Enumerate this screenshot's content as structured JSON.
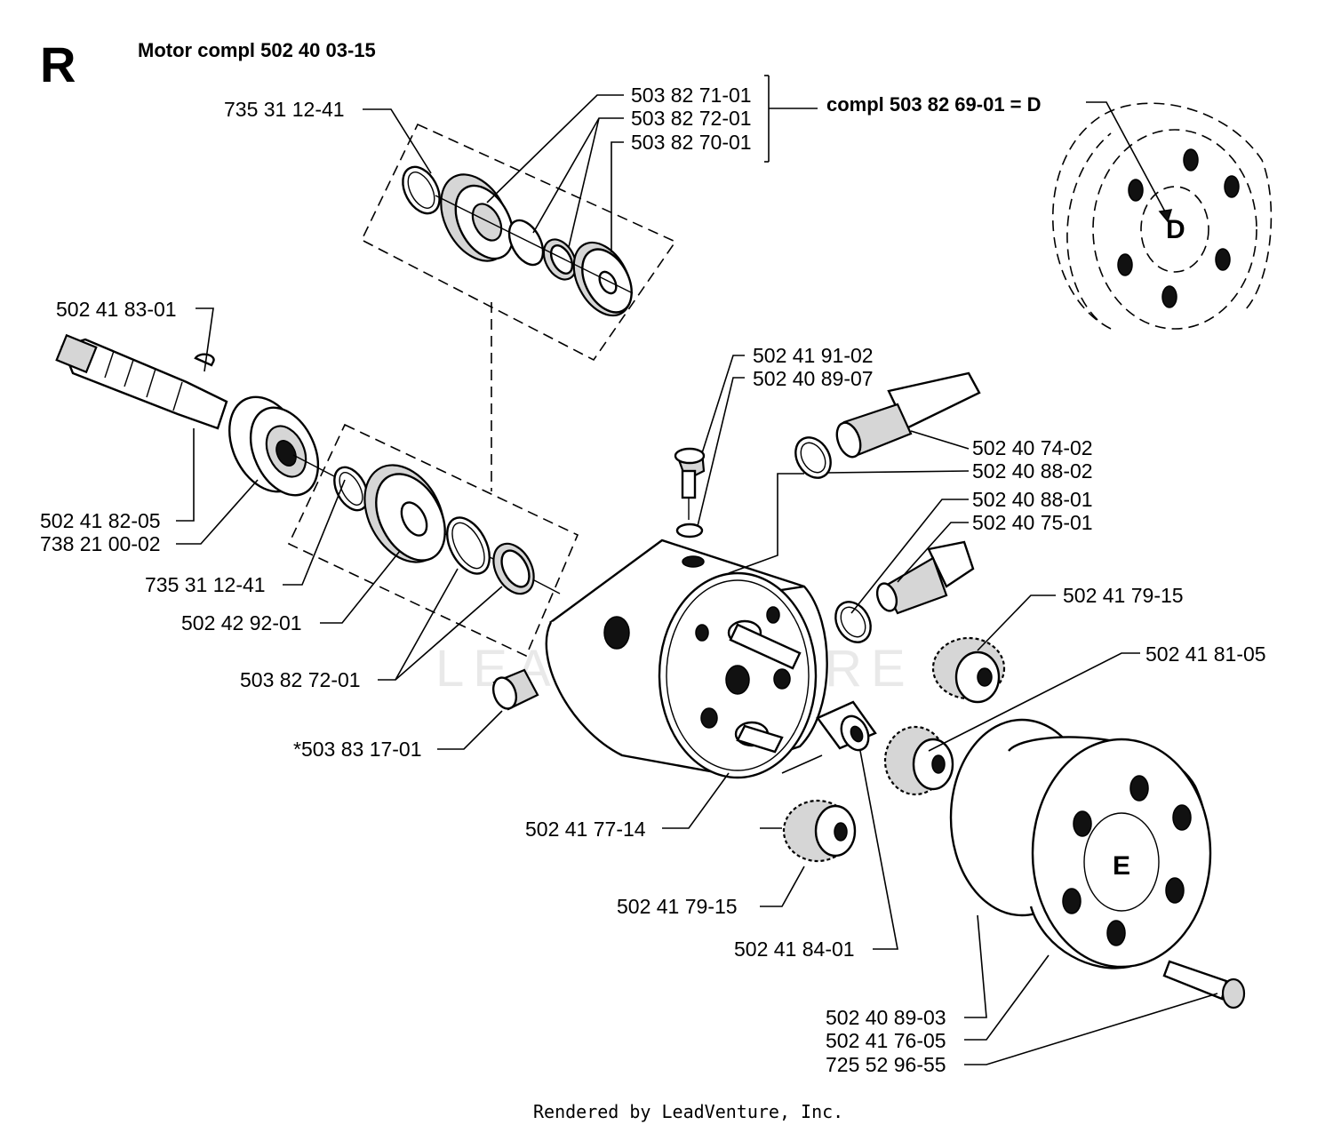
{
  "section_letter": "R",
  "title": "Motor  compl 502 40 03-15",
  "kit_label": "compl 503 82 69-01 = D",
  "cover_letters": {
    "d": "D",
    "e": "E"
  },
  "watermark": "LEADVENTURE",
  "footer": "Rendered by LeadVenture, Inc.",
  "part_labels": [
    "735 31 12-41",
    "503 82 71-01",
    "503 82 72-01",
    "503 82 70-01",
    "502 41 83-01",
    "502 41 91-02",
    "502 40 89-07",
    "502 40 74-02",
    "502 40 88-02",
    "502 40 88-01",
    "502 40 75-01",
    "502 41 82-05",
    "738 21 00-02",
    "735 31 12-41",
    "502 42 92-01",
    "503 82 72-01",
    "502 41 79-15",
    "502 41 81-05",
    "*503 83 17-01",
    "502 41 77-14",
    "502 41 79-15",
    "502 41 84-01",
    "502 40 89-03",
    "502 41 76-05",
    "725 52 96-55"
  ]
}
